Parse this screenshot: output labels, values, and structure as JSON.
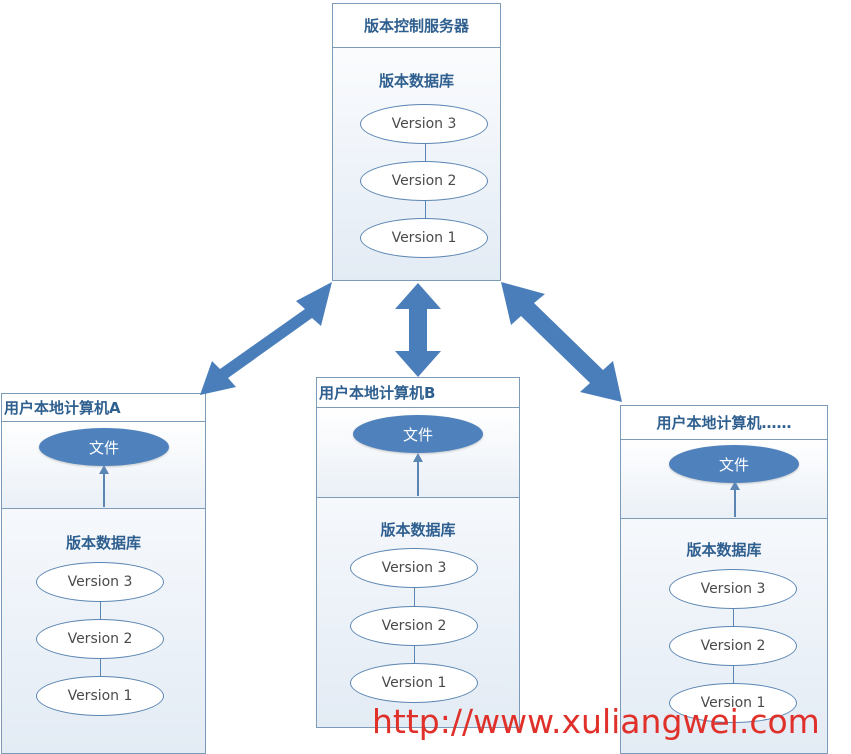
{
  "server": {
    "title": "版本控制服务器",
    "repo_label": "版本数据库",
    "versions": [
      "Version 3",
      "Version 2",
      "Version 1"
    ]
  },
  "clients": [
    {
      "title": "用户本地计算机A",
      "file_label": "文件",
      "repo_label": "版本数据库",
      "versions": [
        "Version 3",
        "Version 2",
        "Version 1"
      ]
    },
    {
      "title": "用户本地计算机B",
      "file_label": "文件",
      "repo_label": "版本数据库",
      "versions": [
        "Version 3",
        "Version 2",
        "Version 1"
      ]
    },
    {
      "title": "用户本地计算机……",
      "file_label": "文件",
      "repo_label": "版本数据库",
      "versions": [
        "Version 3",
        "Version 2",
        "Version 1"
      ]
    }
  ],
  "watermark": "http://www.xuliangwei.com",
  "colors": {
    "border": "#7b9bb9",
    "text_blue": "#2f5f8f",
    "file_fill": "#4f82bd",
    "big_arrow": "#4a7ebb",
    "watermark": "#e0302a"
  }
}
